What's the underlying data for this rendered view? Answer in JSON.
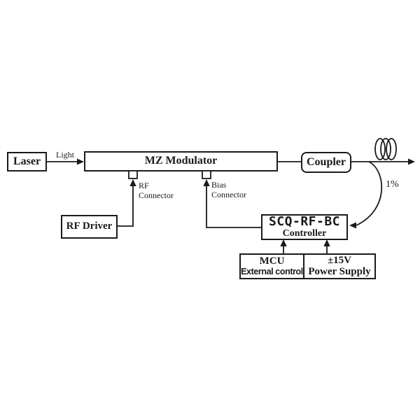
{
  "diagram": {
    "boxes": {
      "laser": "Laser",
      "mz_modulator": "MZ Modulator",
      "coupler": "Coupler",
      "rf_driver": "RF Driver",
      "controller_title": "SCQ-RF-BC",
      "controller_subtitle": "Controller",
      "mcu_title": "MCU",
      "mcu_subtitle": "External control",
      "power_title": "±15V",
      "power_subtitle": "Power Supply"
    },
    "labels": {
      "light": "Light",
      "rf_connector_line1": "RF",
      "rf_connector_line2": "Connector",
      "bias_connector_line1": "Bias",
      "bias_connector_line2": "Connector",
      "tap_ratio": "1%"
    },
    "colors": {
      "line": "#1a1a1a",
      "background": "#ffffff"
    }
  }
}
